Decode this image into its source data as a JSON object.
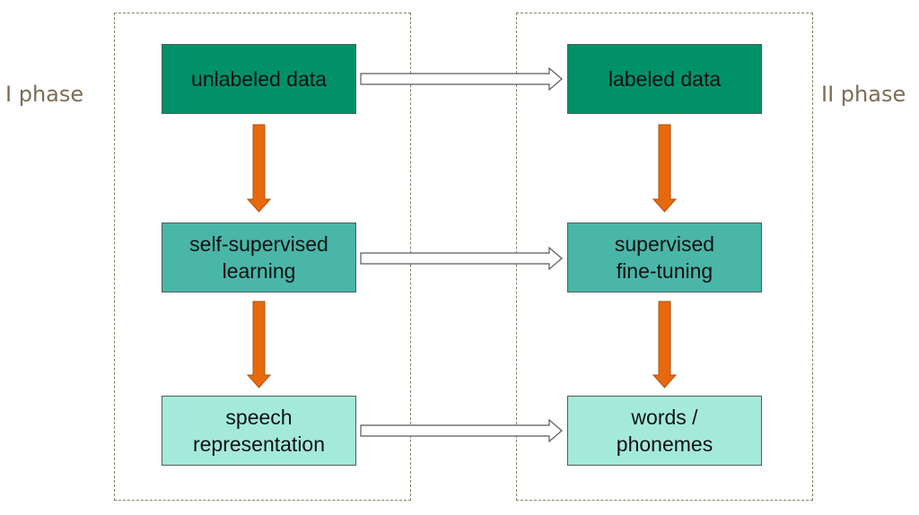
{
  "phases": {
    "left_label": "I phase",
    "right_label": "II phase"
  },
  "nodes": {
    "unlabeled_data": "unlabeled data",
    "self_supervised_learning": "self-supervised\nlearning",
    "speech_representation": "speech\nrepresentation",
    "labeled_data": "labeled data",
    "supervised_fine_tuning": "supervised\nfine-tuning",
    "words_phonemes": "words /\nphonemes"
  },
  "colors": {
    "node_dark": "#009168",
    "node_mid": "#49b6a8",
    "node_light": "#a4eadb",
    "down_arrow": "#e8690c",
    "phase_text": "#7a6e55"
  }
}
